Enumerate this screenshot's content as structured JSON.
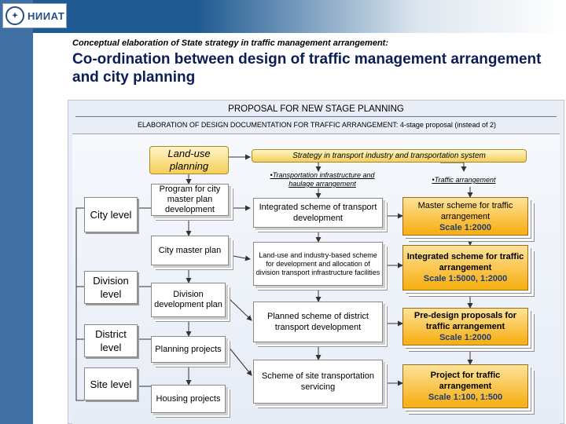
{
  "header": {
    "logo_text": "НИИАТ",
    "subtitle": "Conceptual elaboration of State strategy in traffic management arrangement:",
    "title": "Co-ordination between design of traffic management arrangement and city planning"
  },
  "panel": {
    "proposal": "PROPOSAL FOR NEW STAGE PLANNING",
    "elaboration": "ELABORATION OF DESIGN DOCUMENTATION FOR TRAFFIC ARRANGEMENT: 4-stage proposal (instead of 2)"
  },
  "levels": {
    "city": "City level",
    "division": "Division level",
    "district": "District level",
    "site": "Site level"
  },
  "planning": {
    "land_use": "Land-use planning",
    "program": "Program for city master plan development",
    "master_plan": "City master plan",
    "division_plan": "Division development plan",
    "planning_projects": "Planning projects",
    "housing_projects": "Housing projects"
  },
  "transport": {
    "strategy": "Strategy in transport industry and transportation system",
    "infra_label": "•Transportation infrastructure and haulage arrangement",
    "traffic_label": "•Traffic arrangement",
    "integrated": "Integrated scheme of transport development",
    "land_use_scheme": "Land-use and industry-based scheme for development and allocation of division transport infrastructure facilities",
    "planned_scheme": "Planned scheme of district transport development",
    "site_scheme": "Scheme of site transportation servicing"
  },
  "traffic": {
    "master_name": "Master scheme for traffic arrangement",
    "master_scale": "Scale 1:2000",
    "integrated_name": "Integrated scheme for traffic arrangement",
    "integrated_scale": "Scale 1:5000, 1:2000",
    "predesign_name": "Pre-design proposals for traffic arrangement",
    "predesign_scale": "Scale 1:2000",
    "project_name": "Project for traffic arrangement",
    "project_scale": "Scale 1:100, 1:500"
  },
  "colors": {
    "header_blue": "#1f5a92",
    "title_navy": "#0b1d55",
    "orange_box": "#f7b21a",
    "scale_blue": "#1b3c7b"
  }
}
